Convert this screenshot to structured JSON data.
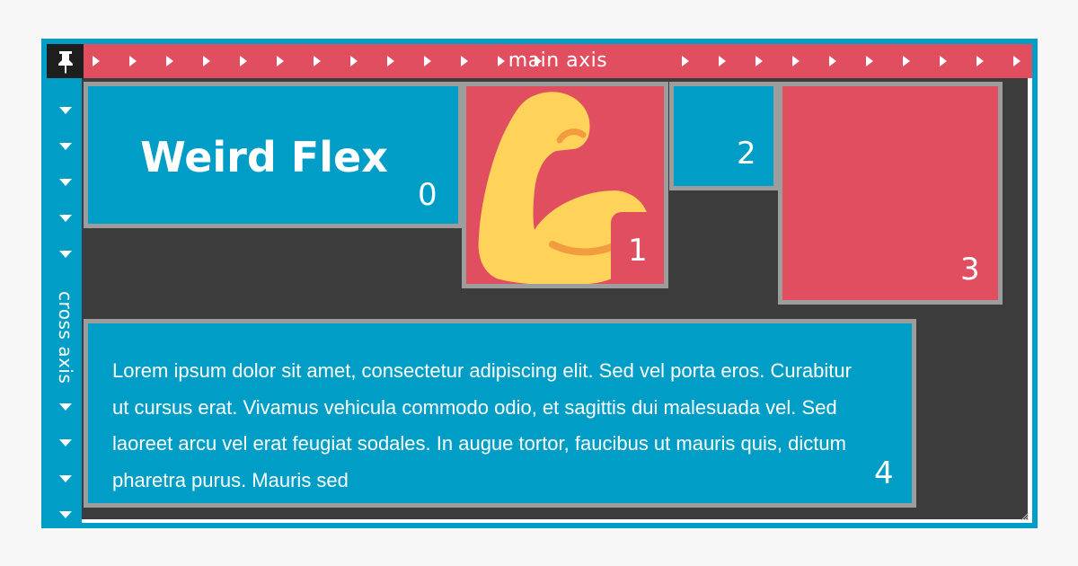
{
  "main_axis": {
    "label": "main axis"
  },
  "cross_axis": {
    "label": "cross axis"
  },
  "boxes": {
    "box0": {
      "title": "Weird Flex",
      "number": "0"
    },
    "box1": {
      "number": "1"
    },
    "box2": {
      "number": "2"
    },
    "box3": {
      "number": "3"
    },
    "box4": {
      "number": "4",
      "text": "Lorem ipsum dolor sit amet, consectetur adipiscing elit. Sed vel porta eros. Curabitur ut cursus erat. Vivamus vehicula commodo odio, et sagittis dui malesuada vel. Sed laoreet arcu vel erat feugiat sodales. In augue tortor, faucibus ut mauris quis, dictum pharetra purus. Mauris sed"
    }
  },
  "icons": {
    "pin": "pin-icon",
    "flexed_arm": "flexed-biceps-icon"
  },
  "colors": {
    "blue": "#009ec6",
    "red": "#e04e5f",
    "dark": "#3c3c3c",
    "border": "#9d9d9d",
    "arm": "#ffd35a"
  }
}
